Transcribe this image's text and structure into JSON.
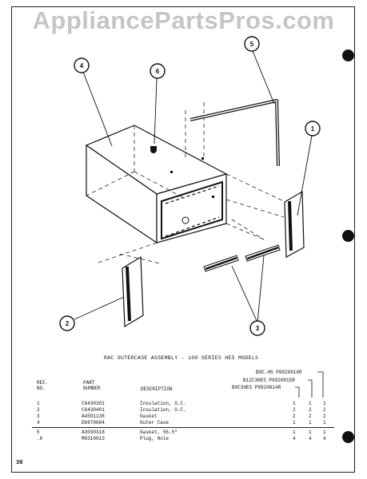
{
  "watermark": "AppliancePartsPros.com",
  "callouts": [
    "4",
    "6",
    "5",
    "1",
    "2",
    "3"
  ],
  "caption": "RAC OUTERCASE ASSEMBLY - 100 SERIES HES MODELS",
  "models": [
    "B9C.HS P9920816R",
    "B12C3HES P9920815R",
    "B9C3HES P9920814R"
  ],
  "headers": {
    "ref": [
      "REF.",
      "NO."
    ],
    "part": [
      "PART",
      "NUMBER"
    ],
    "desc": "DESCRIPTION"
  },
  "parts": [
    {
      "ref": "1",
      "part": "C6430301",
      "desc": "Insulation, O.C.",
      "q": [
        "1",
        "1",
        "1"
      ]
    },
    {
      "ref": "2",
      "part": "C6430401",
      "desc": "Insulation, O.C.",
      "q": [
        "2",
        "2",
        "2"
      ]
    },
    {
      "ref": "3",
      "part": "A4591138",
      "desc": "Gasket",
      "q": [
        "2",
        "2",
        "2"
      ]
    },
    {
      "ref": "4",
      "part": "D6970604",
      "desc": "Outer Case",
      "q": [
        "1",
        "1",
        "1"
      ]
    },
    {
      "ref": "5",
      "part": "A3030318",
      "desc": "Gasket, 56.5\"",
      "q": [
        "1",
        "1",
        "1"
      ]
    },
    {
      "ref": ".6",
      "part": "M0310013",
      "desc": "Plug, Hole",
      "q": [
        "4",
        "4",
        "4"
      ]
    }
  ],
  "page_number": "38"
}
